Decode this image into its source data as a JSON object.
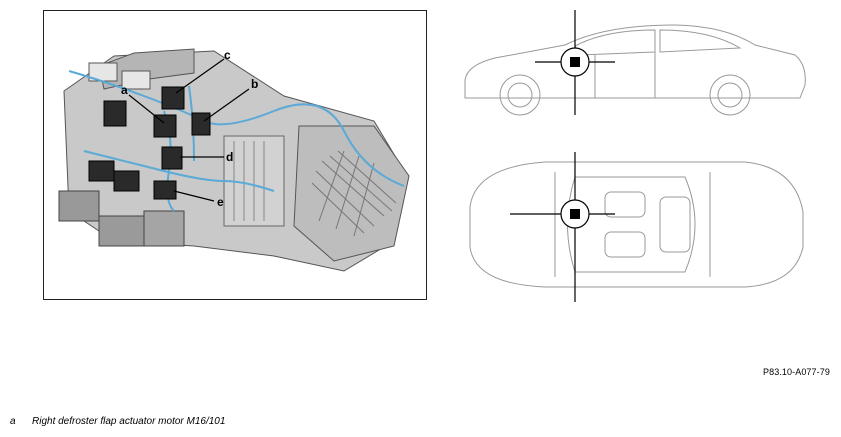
{
  "callouts": {
    "a": "a",
    "b": "b",
    "c": "c",
    "d": "d",
    "e": "e"
  },
  "figure_ref": "P83.10-A077-79",
  "legend": [
    {
      "key": "a",
      "text": "Right defroster flap actuator motor M16/101"
    }
  ],
  "colors": {
    "harness": "#5aa9d6",
    "component": "#2a2a2a",
    "housing": "#bfbfbf",
    "outline": "#222222"
  }
}
